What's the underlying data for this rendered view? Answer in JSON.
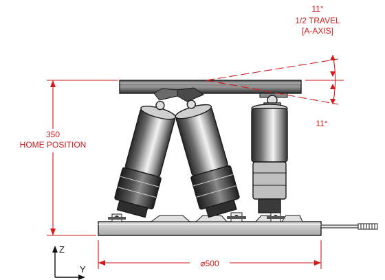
{
  "annotations": {
    "tilt_top_angle": "11°",
    "tilt_caption_line1": "1/2 TRAVEL",
    "tilt_caption_line2": "[A-AXIS]",
    "tilt_bottom_angle": "11°",
    "height_value": "350",
    "height_caption": "HOME POSITION",
    "diameter_label": "⌀500"
  },
  "axes": {
    "vertical_label": "Z",
    "horizontal_label": "Y"
  },
  "colors": {
    "dimension": "#d11a1a",
    "outline": "#1a1a1a",
    "actuator_dark": "#3a3a3a",
    "actuator_light": "#d6d6d6"
  }
}
